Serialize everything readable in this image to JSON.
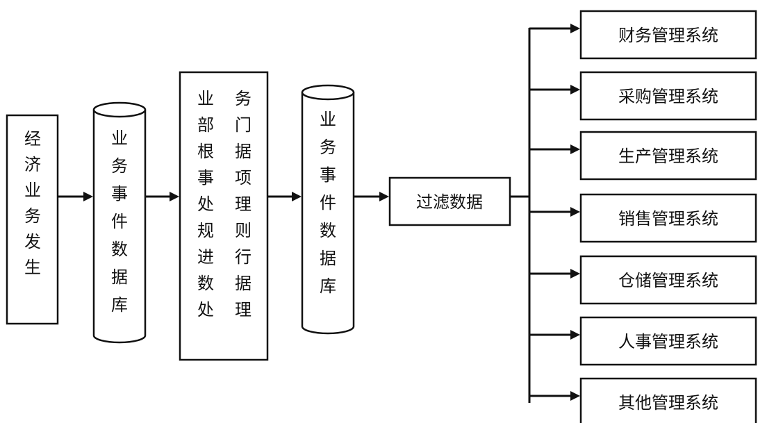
{
  "nodes": {
    "economic_event": {
      "label": "经济业务发生"
    },
    "event_db_1": {
      "label": "业务事件数据库"
    },
    "dept_processing": {
      "column_left": "业部根事处规进数处",
      "column_right": "务门据项理则行据理"
    },
    "event_db_2": {
      "label": "业务事件数据库"
    },
    "filter": {
      "label": "过滤数据"
    }
  },
  "systems": [
    {
      "label": "财务管理系统"
    },
    {
      "label": "采购管理系统"
    },
    {
      "label": "生产管理系统"
    },
    {
      "label": "销售管理系统"
    },
    {
      "label": "仓储管理系统"
    },
    {
      "label": "人事管理系统"
    },
    {
      "label": "其他管理系统"
    }
  ]
}
